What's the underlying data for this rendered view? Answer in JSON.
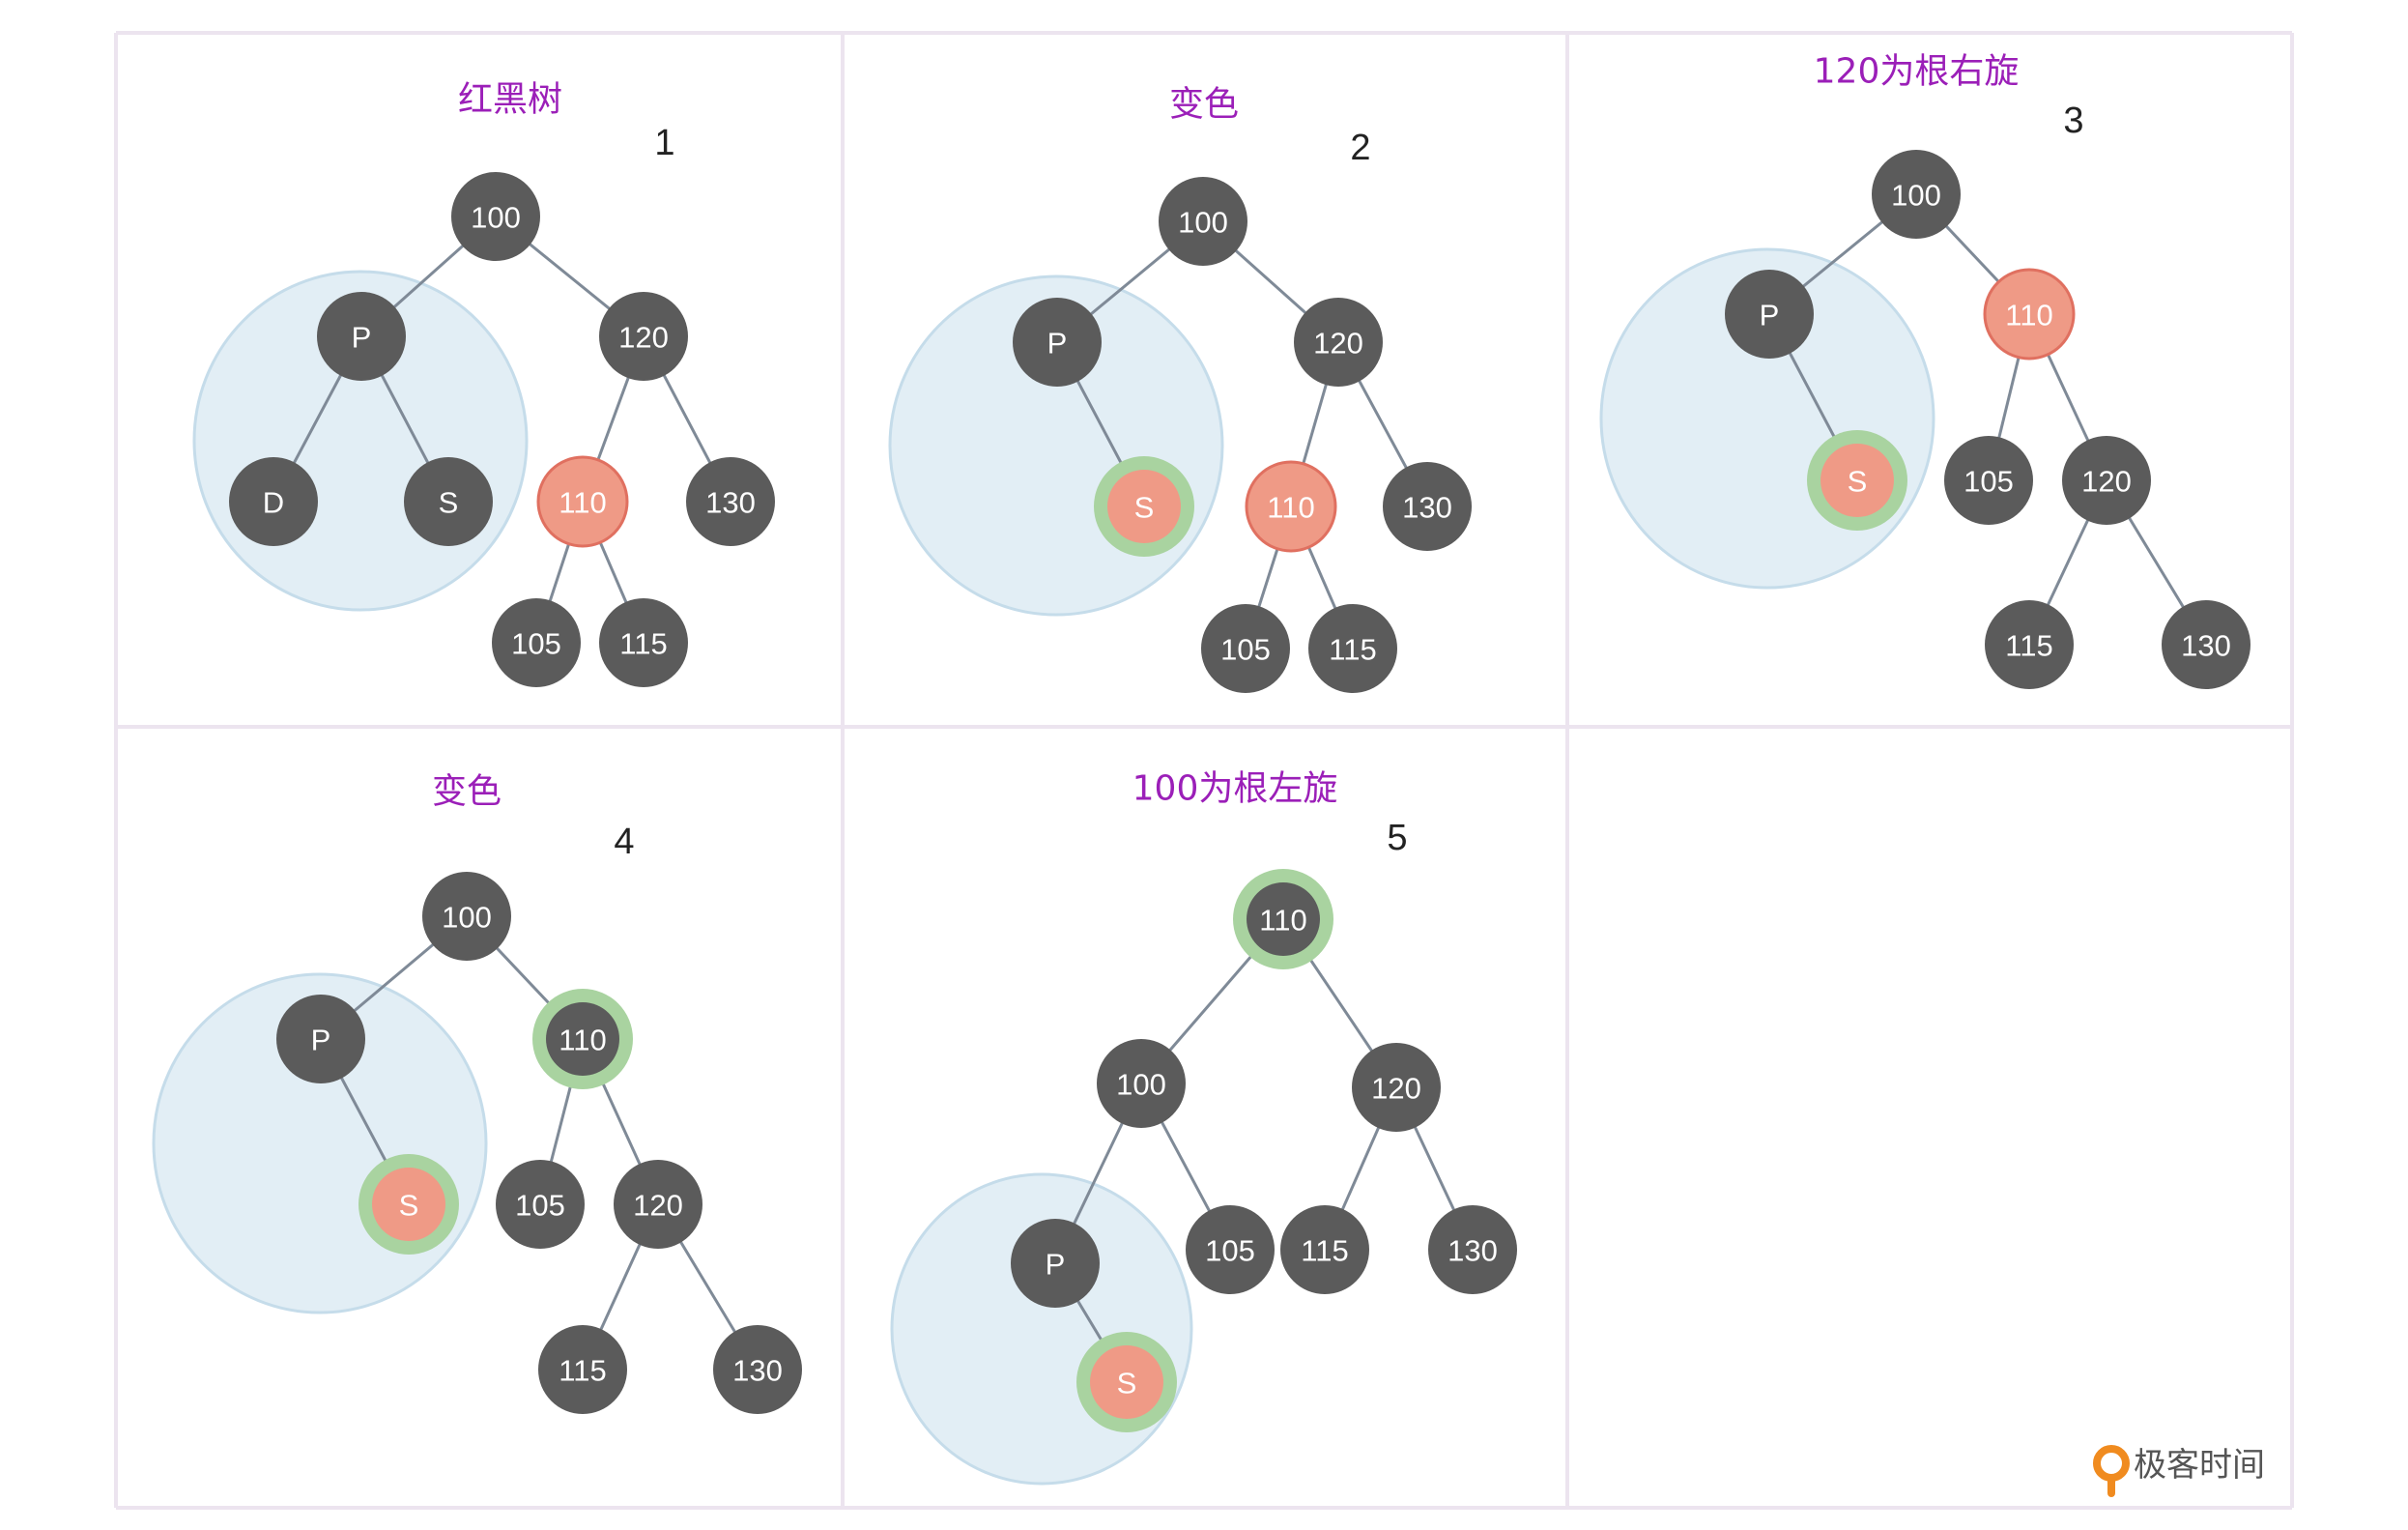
{
  "colors": {
    "black_node": "#5b5b5b",
    "red_node": "#ef9a86",
    "red_stroke": "#e07060",
    "highlight_ring": "#a9d3a0",
    "subtree_fill": "#e2eef5",
    "subtree_stroke": "#c5dcea",
    "edge": "#7f8a97",
    "title": "#9b1fb8",
    "panel_border": "#ece4ef",
    "brand_icon": "#f08b1f"
  },
  "panels": [
    {
      "title": "红黑树",
      "step": "1",
      "nodes": [
        {
          "label": "100",
          "color": "black"
        },
        {
          "label": "P",
          "color": "black"
        },
        {
          "label": "120",
          "color": "black"
        },
        {
          "label": "D",
          "color": "black"
        },
        {
          "label": "S",
          "color": "black"
        },
        {
          "label": "110",
          "color": "red"
        },
        {
          "label": "130",
          "color": "black"
        },
        {
          "label": "105",
          "color": "black"
        },
        {
          "label": "115",
          "color": "black"
        }
      ]
    },
    {
      "title": "变色",
      "step": "2",
      "nodes": [
        {
          "label": "100",
          "color": "black"
        },
        {
          "label": "P",
          "color": "black"
        },
        {
          "label": "120",
          "color": "black"
        },
        {
          "label": "S",
          "color": "red",
          "ring": true
        },
        {
          "label": "110",
          "color": "red"
        },
        {
          "label": "130",
          "color": "black"
        },
        {
          "label": "105",
          "color": "black"
        },
        {
          "label": "115",
          "color": "black"
        }
      ]
    },
    {
      "title": "120为根右旋",
      "step": "3",
      "nodes": [
        {
          "label": "100",
          "color": "black"
        },
        {
          "label": "P",
          "color": "black"
        },
        {
          "label": "110",
          "color": "red"
        },
        {
          "label": "S",
          "color": "red",
          "ring": true
        },
        {
          "label": "105",
          "color": "black"
        },
        {
          "label": "120",
          "color": "black"
        },
        {
          "label": "115",
          "color": "black"
        },
        {
          "label": "130",
          "color": "black"
        }
      ]
    },
    {
      "title": "变色",
      "step": "4",
      "nodes": [
        {
          "label": "100",
          "color": "black"
        },
        {
          "label": "P",
          "color": "black"
        },
        {
          "label": "110",
          "color": "black",
          "ring": true
        },
        {
          "label": "S",
          "color": "red",
          "ring": true
        },
        {
          "label": "105",
          "color": "black"
        },
        {
          "label": "120",
          "color": "black"
        },
        {
          "label": "115",
          "color": "black"
        },
        {
          "label": "130",
          "color": "black"
        }
      ]
    },
    {
      "title": "100为根左旋",
      "step": "5",
      "nodes": [
        {
          "label": "110",
          "color": "black",
          "ring": true
        },
        {
          "label": "100",
          "color": "black"
        },
        {
          "label": "120",
          "color": "black"
        },
        {
          "label": "P",
          "color": "black"
        },
        {
          "label": "105",
          "color": "black"
        },
        {
          "label": "115",
          "color": "black"
        },
        {
          "label": "130",
          "color": "black"
        },
        {
          "label": "S",
          "color": "red",
          "ring": true
        }
      ]
    }
  ],
  "brand": {
    "text": "极客时间",
    "icon": "geektime-logo-icon"
  }
}
